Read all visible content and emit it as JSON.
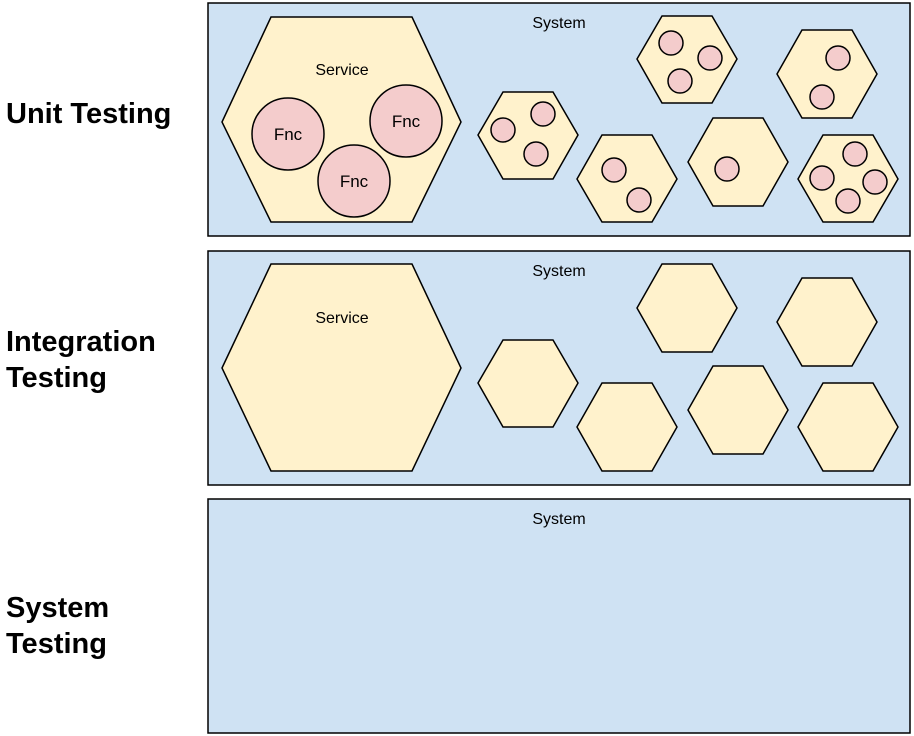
{
  "rows": [
    {
      "label_line1": "Unit Testing",
      "label_line2": "",
      "system_label": "System",
      "service_label": "Service",
      "functions": [
        "Fnc",
        "Fnc",
        "Fnc"
      ]
    },
    {
      "label_line1": "Integration",
      "label_line2": "Testing",
      "system_label": "System",
      "service_label": "Service"
    },
    {
      "label_line1": "System",
      "label_line2": "Testing",
      "system_label": "System"
    }
  ],
  "colors": {
    "system_fill": "#cfe2f3",
    "service_fill": "#fff2cc",
    "function_fill": "#f4cccc",
    "outline": "#000000"
  }
}
